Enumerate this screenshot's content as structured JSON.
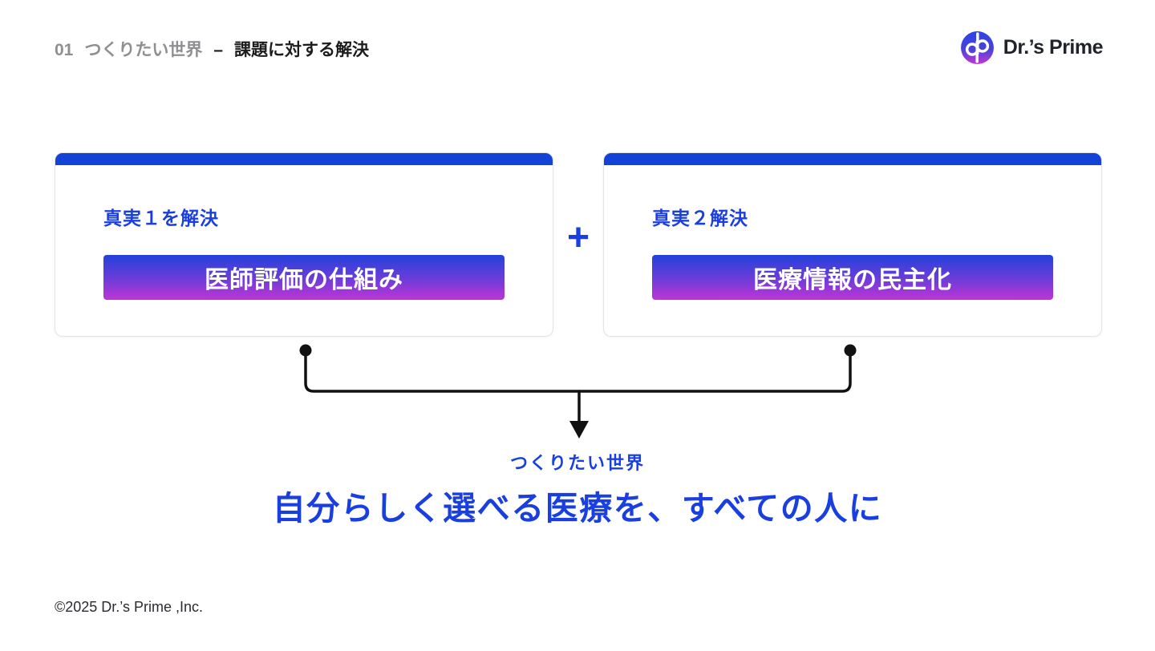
{
  "header": {
    "section_number": "01",
    "section_title": "つくりたい世界",
    "separator": "–",
    "page_title": "課題に対する解決"
  },
  "logo": {
    "text": "Dr.’s Prime",
    "icon": "drs-prime-monogram-icon"
  },
  "cards": [
    {
      "label": "真実１を解決",
      "solution": "医師評価の仕組み"
    },
    {
      "label": "真実２解決",
      "solution": "医療情報の民主化"
    }
  ],
  "plus_sign": "+",
  "result": {
    "kicker": "つくりたい世界",
    "headline": "自分らしく選べる医療を、すべての人に"
  },
  "footer": {
    "copyright": "©2025 Dr.’s Prime ,Inc."
  },
  "colors": {
    "accent_blue": "#1a3fe1",
    "bar_blue": "#1243d6",
    "gradient_start": "#2342db",
    "gradient_end": "#bf35d4",
    "connector": "#111111",
    "text_dark": "#1c1c1e",
    "text_gray": "#8e8e93",
    "card_border": "#e4e4e8",
    "logo_text": "#1f2329"
  }
}
